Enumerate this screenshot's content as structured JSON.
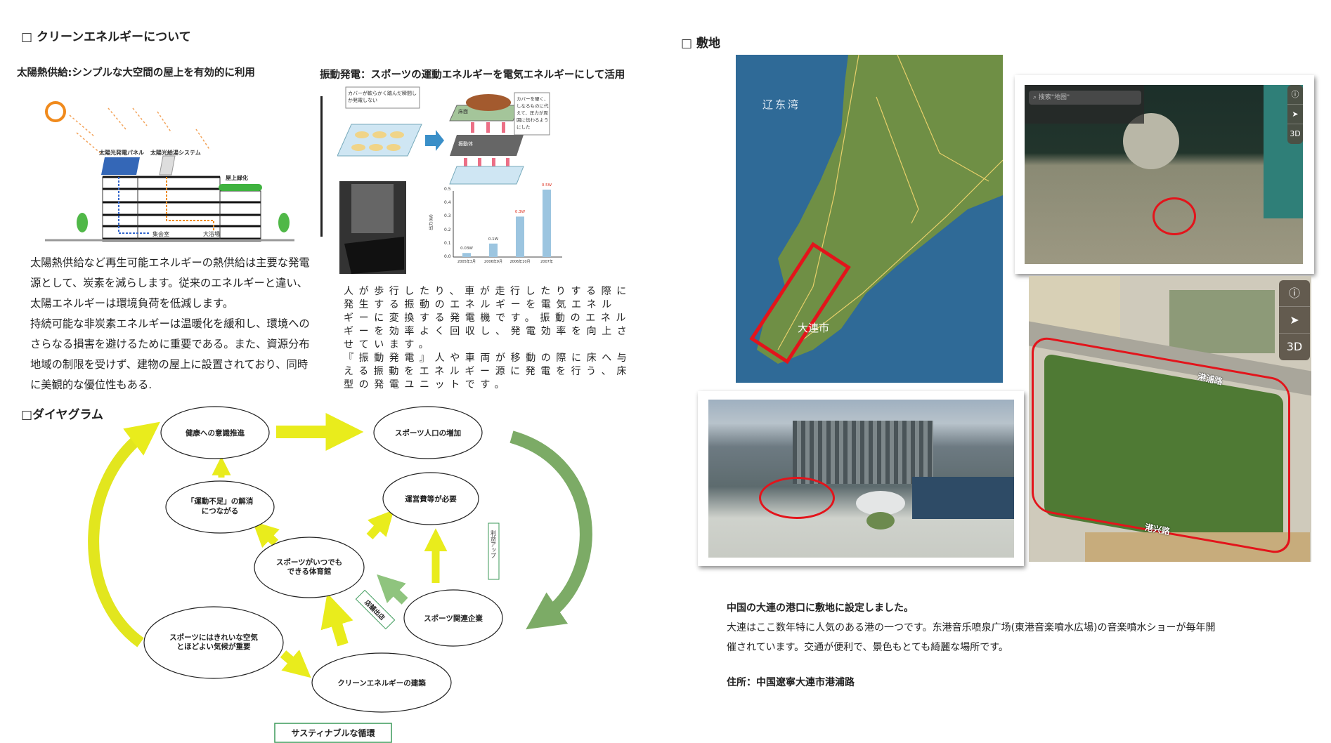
{
  "left": {
    "title": "□ クリーンエネルギーについて",
    "solar": {
      "heading": "太陽熱供給:シンプルな大空間の屋上を有効的に利用",
      "labels": {
        "panel": "太陽光発電パネル",
        "water": "太陽光給湯システム",
        "roof": "屋上緑化",
        "hall": "集会室",
        "bath": "大浴場"
      },
      "paragraph": [
        "太陽熱供給など再生可能エネルギーの熱供給は主要な発電",
        "源として、炭素を減らします。従来のエネルギーと違い、",
        "太陽エネルギーは環境負荷を低減します。",
        "持続可能な非炭素エネルギーは温暖化を緩和し、環境への",
        "さらなる損害を避けるために重要である。また、資源分布",
        "地域の制限を受けず、建物の屋上に設置されており、同時",
        "に美観的な優位性もある."
      ]
    },
    "vibration": {
      "heading": "振動発電：スポーツの運動エネルギーを電気エネルギーにして活用",
      "callout_left": "カバーが軟らかく踏んだ瞬間しか発電しない",
      "callout_right": "カバーを硬く、しなるものに代えて、圧力が周囲に伝わるようにした",
      "layer_top": "床面",
      "layer_mid": "振動体",
      "chart_data": {
        "type": "bar",
        "ylabel": "出力(W)",
        "ylim": [
          0,
          0.5
        ],
        "yticks": [
          "0.5",
          "0.4",
          "0.3",
          "0.2",
          "0.1",
          "0.0"
        ],
        "categories": [
          "2005年3月",
          "2006年9月",
          "2006年10月",
          "2007年"
        ],
        "values": [
          0.03,
          0.1,
          0.3,
          0.5
        ],
        "labels": [
          "0.03W",
          "0.1W",
          "0.3W",
          "0.5W"
        ]
      },
      "paragraph": [
        "人が歩行したり、車が走行したりする際に",
        "発生する振動のエネルギーを電気エネル",
        "ギーに変換する発電機です。振動のエネル",
        "ギーを効率よく回収し、発電効率を向上さ",
        "せています。",
        "『振動発電』人や車両が移動の際に床へ与",
        "える振動をエネルギー源に発電を行う、床",
        "型の発電ユニットです。"
      ]
    },
    "diagram": {
      "heading": "□ダイヤグラム",
      "nodes": {
        "health": "健康への意識推進",
        "population": "スポーツ人口の増加",
        "exercise_1": "「運動不足」の解消",
        "exercise_2": "につながる",
        "cost": "運営費等が必要",
        "gym_1": "スポーツがいつでも",
        "gym_2": "できる体育館",
        "company": "スポーツ関連企業",
        "air_1": "スポーツにはきれいな空気",
        "air_2": "とほどよい気候が重要",
        "clean": "クリーンエネルギーの建築"
      },
      "profit_label": "利益アップ",
      "store_label": "店舗出店",
      "cycle_label": "サスティナブルな循環"
    }
  },
  "right": {
    "title": "□ 敷地",
    "map": {
      "bay_label": "辽东湾",
      "city_label": "大連市"
    },
    "satellite_small": {
      "search_placeholder": "搜索\"地图\"",
      "controls": [
        "ⓘ",
        "➤",
        "3D"
      ]
    },
    "satellite_large": {
      "controls": [
        "ⓘ",
        "➤",
        "3D"
      ],
      "road_north": "港浦路",
      "road_south": "港兴路"
    },
    "text": {
      "lead": "中国の大連の港口に敷地に設定しました。",
      "body": [
        "大連はここ数年特に人気のある港の一つです。东港音乐喷泉广场(東港音楽噴水広場)の音楽噴水ショーが毎年開",
        "催されています。交通が便利で、景色もとても綺麗な場所です。"
      ],
      "address": "住所：中国遼寧大連市港浦路"
    }
  },
  "colors": {
    "yellow": "#e9ec1c",
    "green": "#7cab66",
    "red": "#e3141b",
    "box_green": "#3c9a5a"
  }
}
